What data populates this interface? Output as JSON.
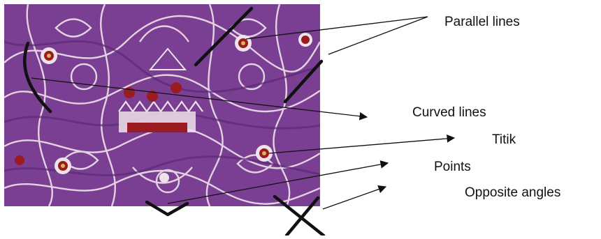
{
  "labels": {
    "parallel_lines": "Parallel lines",
    "curved_lines": "Curved lines",
    "titik": "Titik",
    "points": "Points",
    "opposite_angles": "Opposite angles"
  },
  "colors": {
    "fabric_base": "#7a3f93",
    "fabric_dark": "#5b2a73",
    "motif_light": "#efe3ea",
    "flower_red": "#9b1b22",
    "flower_gold": "#d9b35a",
    "annotation_line": "#111111"
  }
}
